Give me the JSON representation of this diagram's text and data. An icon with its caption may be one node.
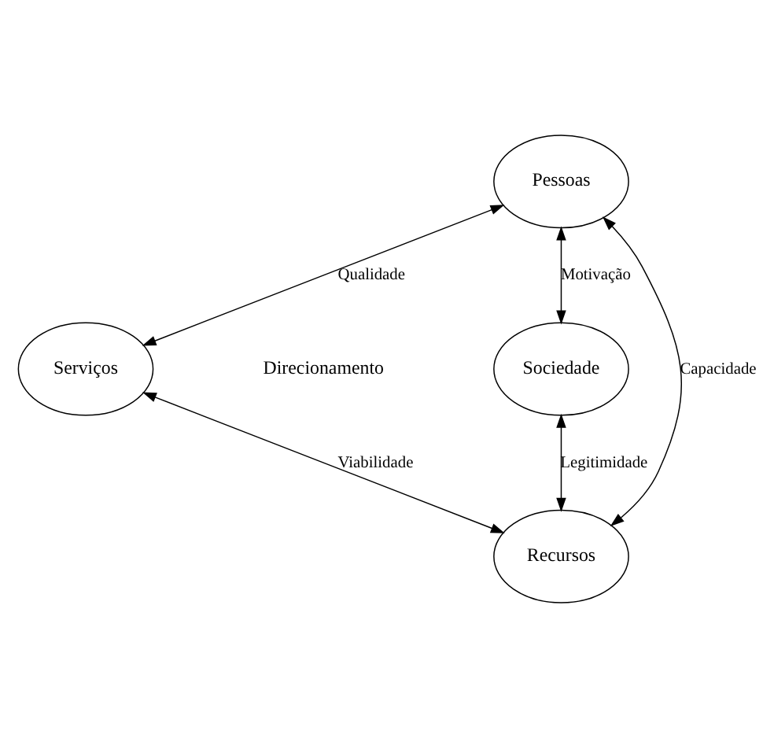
{
  "diagram": {
    "nodes": [
      {
        "text": [
          "Pessoas"
        ]
      },
      {
        "text": [
          "Serviços"
        ]
      },
      {
        "text": [
          "Sociedade"
        ]
      },
      {
        "text": [
          "Recursos"
        ]
      }
    ],
    "edges": [
      {
        "from": 0,
        "to": 1,
        "arrow": "both",
        "label": "Qualidade"
      },
      {
        "from": 0,
        "to": 2,
        "arrow": "both",
        "label": "Motivação"
      },
      {
        "from": 0,
        "to": 3,
        "arrow": "both",
        "label": "Capacidade"
      },
      {
        "from": 1,
        "to": 3,
        "arrow": "both",
        "label": "Viabilidade"
      },
      {
        "from": 2,
        "to": 3,
        "arrow": "both",
        "label": "Legitimidade"
      }
    ],
    "labels": [
      "Direcionamento"
    ]
  }
}
